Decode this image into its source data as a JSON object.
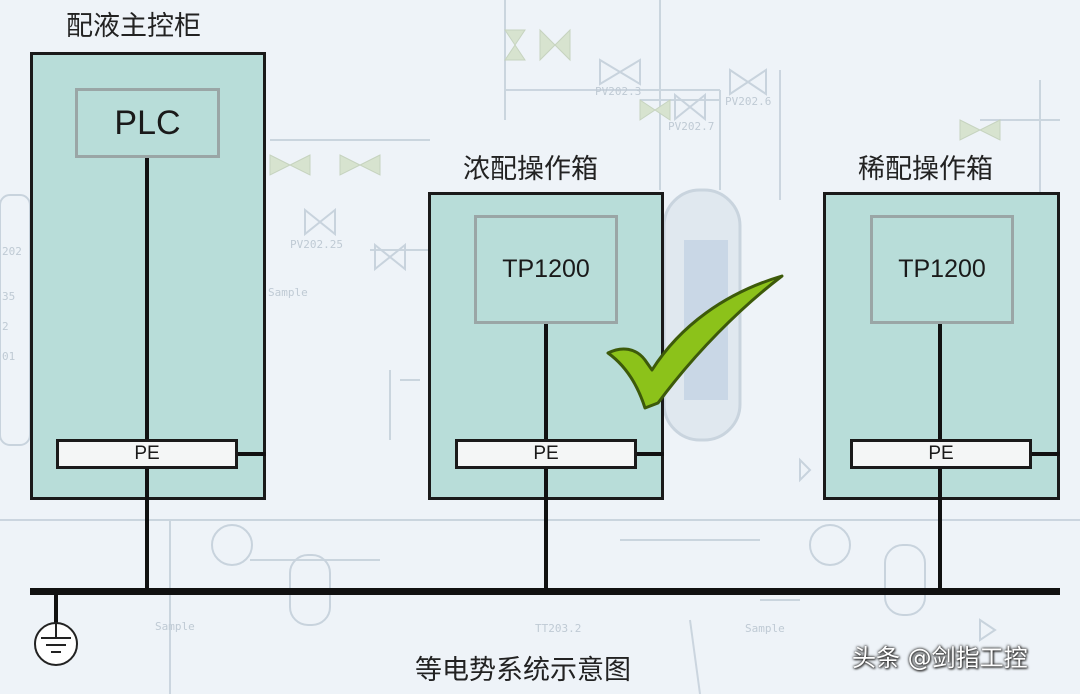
{
  "diagram": {
    "caption": "等电势系统示意图",
    "cabinets": [
      {
        "title": "配液主控柜",
        "device": "PLC",
        "pe": "PE"
      },
      {
        "title": "浓配操作箱",
        "device": "TP1200",
        "pe": "PE"
      },
      {
        "title": "稀配操作箱",
        "device": "TP1200",
        "pe": "PE"
      }
    ]
  },
  "watermark": {
    "text": "头条 @剑指工控"
  },
  "colors": {
    "cabinet_fill": "#b8ddd9",
    "checkmark": "#8cc21a",
    "background": "#eef3f8"
  },
  "icons": {
    "ground": "ground-symbol-icon",
    "check": "checkmark-icon"
  }
}
